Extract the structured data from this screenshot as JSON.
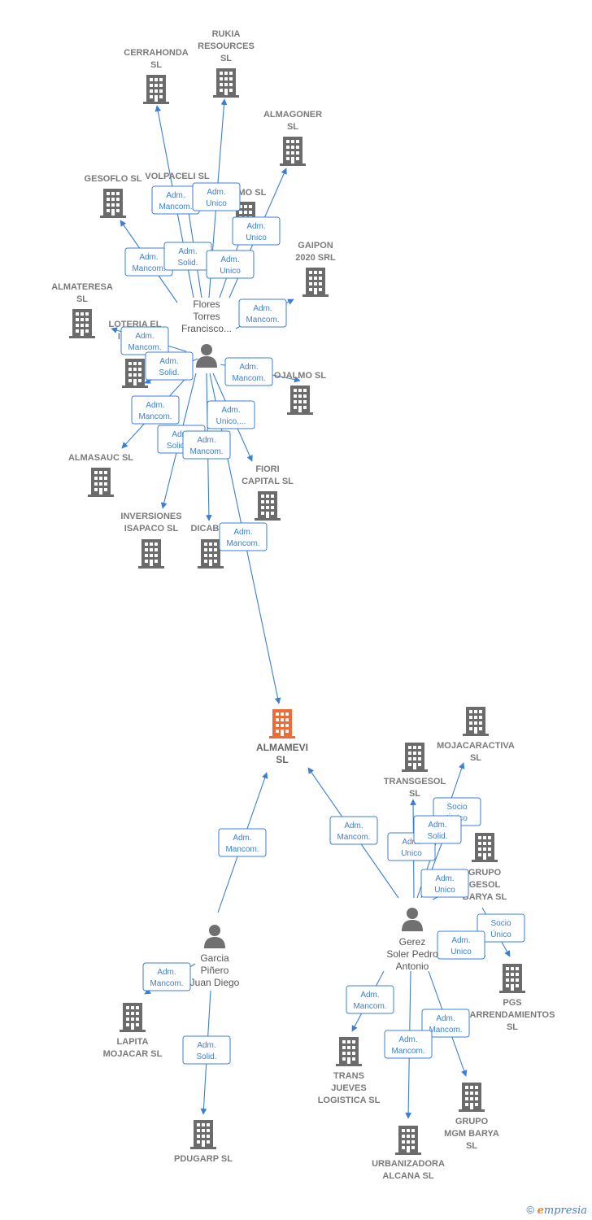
{
  "colors": {
    "edge": "#3b7fd4",
    "company": "#6b6b6b",
    "focus": "#f06a35",
    "person": "#707070"
  },
  "center": {
    "id": "almamevi",
    "lines": [
      "ALMAMEVI",
      "SL"
    ],
    "icon": "building-icon"
  },
  "persons": [
    {
      "id": "flores",
      "lines": [
        "Flores",
        "Torres",
        "Francisco..."
      ],
      "icon": "person-icon"
    },
    {
      "id": "garcia",
      "lines": [
        "Garcia",
        "Piñero",
        "Juan Diego"
      ],
      "icon": "person-icon"
    },
    {
      "id": "gerez",
      "lines": [
        "Gerez",
        "Soler Pedro",
        "Antonio"
      ],
      "icon": "person-icon"
    }
  ],
  "companies": [
    {
      "id": "cerrahonda",
      "lines": [
        "CERRAHONDA",
        "SL"
      ]
    },
    {
      "id": "rukia",
      "lines": [
        "RUKIA",
        "RESOURCES",
        "SL"
      ]
    },
    {
      "id": "almagoner",
      "lines": [
        "ALMAGONER",
        "SL"
      ]
    },
    {
      "id": "gesoflo",
      "lines": [
        "GESOFLO  SL"
      ]
    },
    {
      "id": "volpaceli",
      "lines": [
        "VOLPACELI SL"
      ]
    },
    {
      "id": "somo",
      "lines": [
        "SOMO  SL"
      ]
    },
    {
      "id": "gaipon",
      "lines": [
        "GAIPON",
        "2020 SRL"
      ]
    },
    {
      "id": "almateresa",
      "lines": [
        "ALMATERESA",
        "SL"
      ]
    },
    {
      "id": "loteria",
      "lines": [
        "LOTERIA EL",
        "INDALO",
        "O"
      ]
    },
    {
      "id": "ojalmo",
      "lines": [
        "OJALMO  SL"
      ]
    },
    {
      "id": "almasauc",
      "lines": [
        "ALMASAUC  SL"
      ]
    },
    {
      "id": "fiori",
      "lines": [
        "FIORI",
        "CAPITAL  SL"
      ]
    },
    {
      "id": "isapaco",
      "lines": [
        "INVERSIONES",
        "ISAPACO  SL"
      ]
    },
    {
      "id": "dicabaj",
      "lines": [
        "DICABAJ"
      ]
    },
    {
      "id": "mojacaractiva",
      "lines": [
        "MOJACARACTIVA",
        "SL"
      ]
    },
    {
      "id": "transgesol",
      "lines": [
        "TRANSGESOL",
        "SL"
      ]
    },
    {
      "id": "grupogesol",
      "lines": [
        "GRUPO",
        "GESOL",
        "BARYA  SL"
      ]
    },
    {
      "id": "pgs",
      "lines": [
        "PGS",
        "ARRENDAMIENTOS",
        "SL"
      ]
    },
    {
      "id": "lapita",
      "lines": [
        "LAPITA",
        "MOJACAR  SL"
      ]
    },
    {
      "id": "pdugarp",
      "lines": [
        "PDUGARP  SL"
      ]
    },
    {
      "id": "trans",
      "lines": [
        "TRANS",
        "JUEVES",
        "LOGISTICA  SL"
      ]
    },
    {
      "id": "grupomgm",
      "lines": [
        "GRUPO",
        "MGM BARYA",
        "SL"
      ]
    },
    {
      "id": "urbanizadora",
      "lines": [
        "URBANIZADORA",
        "ALCANA  SL"
      ]
    }
  ],
  "edges": [
    {
      "from": "flores",
      "to": "cerrahonda",
      "label": [
        "Adm.",
        "Mancom."
      ]
    },
    {
      "from": "flores",
      "to": "rukia",
      "label": [
        "Adm.",
        "Unico"
      ]
    },
    {
      "from": "flores",
      "to": "almagoner",
      "label": [
        "Adm.",
        "Unico"
      ]
    },
    {
      "from": "flores",
      "to": "gesoflo",
      "label": [
        "Adm.",
        "Mancom."
      ]
    },
    {
      "from": "flores",
      "to": "volpaceli",
      "label": [
        "Adm.",
        "Solid."
      ]
    },
    {
      "from": "flores",
      "to": "somo",
      "label": [
        "Adm.",
        "Unico"
      ]
    },
    {
      "from": "flores",
      "to": "gaipon",
      "label": [
        "Adm.",
        "Mancom."
      ]
    },
    {
      "from": "flores",
      "to": "almateresa",
      "label": [
        "Adm.",
        "Mancom."
      ]
    },
    {
      "from": "flores",
      "to": "loteria",
      "label": [
        "Adm.",
        "Solid."
      ]
    },
    {
      "from": "flores",
      "to": "ojalmo",
      "label": [
        "Adm.",
        "Mancom."
      ]
    },
    {
      "from": "flores",
      "to": "almasauc",
      "label": [
        "Adm.",
        "Mancom."
      ]
    },
    {
      "from": "flores",
      "to": "fiori",
      "label": [
        "Adm.",
        "Unico,..."
      ]
    },
    {
      "from": "flores",
      "to": "isapaco",
      "label": [
        "Adm.",
        "Solid.,..."
      ]
    },
    {
      "from": "flores",
      "to": "dicabaj",
      "label": [
        "Adm.",
        "Mancom."
      ]
    },
    {
      "from": "flores",
      "to": "almamevi",
      "label": [
        "Adm.",
        "Mancom."
      ]
    },
    {
      "from": "garcia",
      "to": "almamevi",
      "label": [
        "Adm.",
        "Mancom."
      ]
    },
    {
      "from": "garcia",
      "to": "lapita",
      "label": [
        "Adm.",
        "Mancom."
      ]
    },
    {
      "from": "garcia",
      "to": "pdugarp",
      "label": [
        "Adm.",
        "Solid."
      ]
    },
    {
      "from": "gerez",
      "to": "almamevi",
      "label": [
        "Adm.",
        "Mancom."
      ]
    },
    {
      "from": "gerez",
      "to": "mojacaractiva",
      "label": [
        "Socio",
        "Único"
      ]
    },
    {
      "from": "gerez",
      "to": "transgesol",
      "label": [
        "Adm.",
        "Unico"
      ]
    },
    {
      "from": "gerez",
      "to": "grupogesol",
      "label": [
        "Adm.",
        "Solid."
      ]
    },
    {
      "from": "gerez",
      "to": "grupogesol",
      "label": [
        "Adm.",
        "Unico"
      ]
    },
    {
      "from": "gerez",
      "to": "pgs",
      "label": [
        "Socio",
        "Único"
      ]
    },
    {
      "from": "gerez",
      "to": "pgs",
      "label": [
        "Adm.",
        "Unico"
      ]
    },
    {
      "from": "gerez",
      "to": "trans",
      "label": [
        "Adm.",
        "Mancom."
      ]
    },
    {
      "from": "gerez",
      "to": "grupomgm",
      "label": [
        "Adm.",
        "Mancom."
      ]
    },
    {
      "from": "gerez",
      "to": "urbanizadora",
      "label": [
        "Adm.",
        "Mancom."
      ]
    }
  ],
  "watermark": {
    "symbol": "©",
    "brand_initial": "e",
    "brand_rest": "mpresia"
  }
}
